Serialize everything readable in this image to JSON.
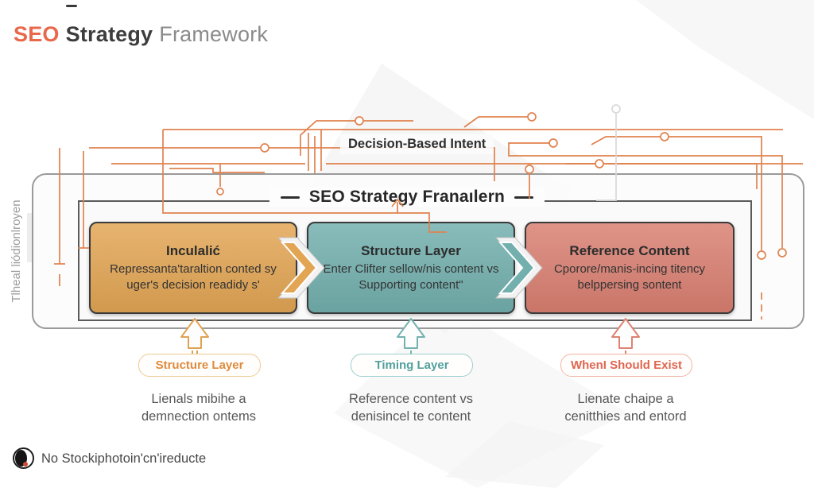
{
  "header": {
    "seo": "SEO",
    "strategy": "Strategy",
    "framework": "Framework",
    "seo_color": "#e8684b"
  },
  "top_label": "Decision-Based Intent",
  "container": {
    "title": "SEO Strategy Franaılern",
    "side_label": "Tlheal liódionlroyen",
    "boxes": [
      {
        "title": "Inculalić",
        "body": "Repressanta'taraltion conted sy uger's decision readidy s'",
        "color": "#e2a554"
      },
      {
        "title": "Structure Layer",
        "body": "Enter Clifter sellow/nis content vs Supporting content\"",
        "color": "#72afad"
      },
      {
        "title": "Reference Content",
        "body": "Cporore/manis-incing titency belppersing sontent",
        "color": "#d97f71"
      }
    ]
  },
  "arrows": [
    {
      "color": "#dfa254"
    },
    {
      "color": "#74b1af"
    },
    {
      "color": "#dd8372"
    }
  ],
  "badges": [
    {
      "label": "Structure Layer",
      "text_color": "#df8b3e",
      "border_color": "#eecb95"
    },
    {
      "label": "Timing Layer",
      "text_color": "#51a09e",
      "border_color": "#9ccfcd"
    },
    {
      "label": "WhenI Should Exist",
      "text_color": "#e06651",
      "border_color": "#f2b4a6"
    }
  ],
  "descriptions": [
    {
      "line1": "Lienals mibihe a",
      "line2": "demnection ontems"
    },
    {
      "line1": "Reference content vs",
      "line2": "denisincel te content"
    },
    {
      "line1": "Lienate chaipe a",
      "line2": "cenitthies and entord"
    }
  ],
  "footer": {
    "brand": "No Stockiphotoin'cn'ireducte"
  },
  "palette": {
    "circuit": "#e0824e"
  }
}
